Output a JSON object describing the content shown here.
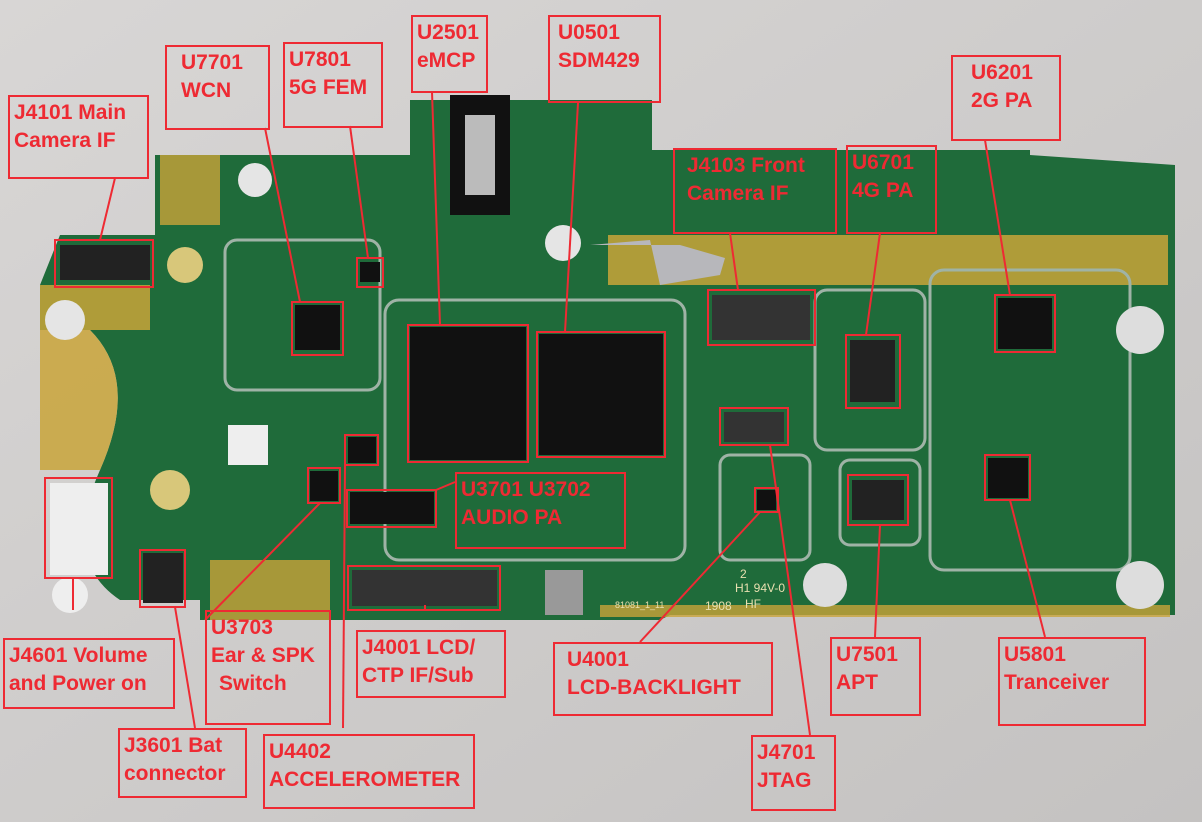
{
  "labels": {
    "j4101": {
      "line1": "J4101 Main",
      "line2": "Camera IF"
    },
    "u7701": {
      "line1": "U7701",
      "line2": "WCN"
    },
    "u7801": {
      "line1": "U7801",
      "line2": "5G FEM"
    },
    "u2501": {
      "line1": "U2501",
      "line2": "eMCP"
    },
    "u0501": {
      "line1": "U0501",
      "line2": "SDM429"
    },
    "j4103": {
      "line1": "J4103 Front",
      "line2": "Camera IF"
    },
    "u6701": {
      "line1": "U6701",
      "line2": "4G PA"
    },
    "u6201": {
      "line1": "U6201",
      "line2": "2G PA"
    },
    "u3701": {
      "line1": "U3701 U3702",
      "line2": "AUDIO PA"
    },
    "j4601": {
      "line1": "J4601 Volume",
      "line2": "and Power on"
    },
    "u3703": {
      "line1": "U3703",
      "line2": "Ear & SPK",
      "line3": "Switch"
    },
    "j4001": {
      "line1": "J4001 LCD/",
      "line2": "CTP IF/Sub"
    },
    "u4001": {
      "line1": "U4001",
      "line2": "LCD-BACKLIGHT"
    },
    "u7501": {
      "line1": "U7501",
      "line2": "APT"
    },
    "u5801": {
      "line1": "U5801",
      "line2": "Tranceiver"
    },
    "j3601": {
      "line1": "J3601 Bat",
      "line2": "connector"
    },
    "u4402": {
      "line1": "U4402",
      "line2": "ACCELEROMETER"
    },
    "j4701": {
      "line1": "J4701",
      "line2": "JTAG"
    }
  },
  "board_print": {
    "rev": "2",
    "code": "H1 94V-0",
    "date": "1908",
    "mark": "HF",
    "serial": "81081_1_11"
  },
  "colors": {
    "annotation": "#ee2a33",
    "board": "#1f6b3a",
    "gold": "#c9a43a"
  }
}
